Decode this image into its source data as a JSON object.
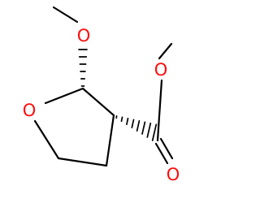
{
  "molecule": {
    "atoms": [
      {
        "id": "o_methoxy",
        "label": "O",
        "color": "#FF0D0D"
      },
      {
        "id": "o_ring",
        "label": "O",
        "color": "#FF0D0D"
      },
      {
        "id": "o_ester",
        "label": "O",
        "color": "#FF0D0D"
      },
      {
        "id": "o_carbonyl",
        "label": "O",
        "color": "#FF0D0D"
      }
    ],
    "bond_color": "#000000",
    "stereo_bonds": [
      "hashed-wedge",
      "hashed-wedge"
    ]
  }
}
